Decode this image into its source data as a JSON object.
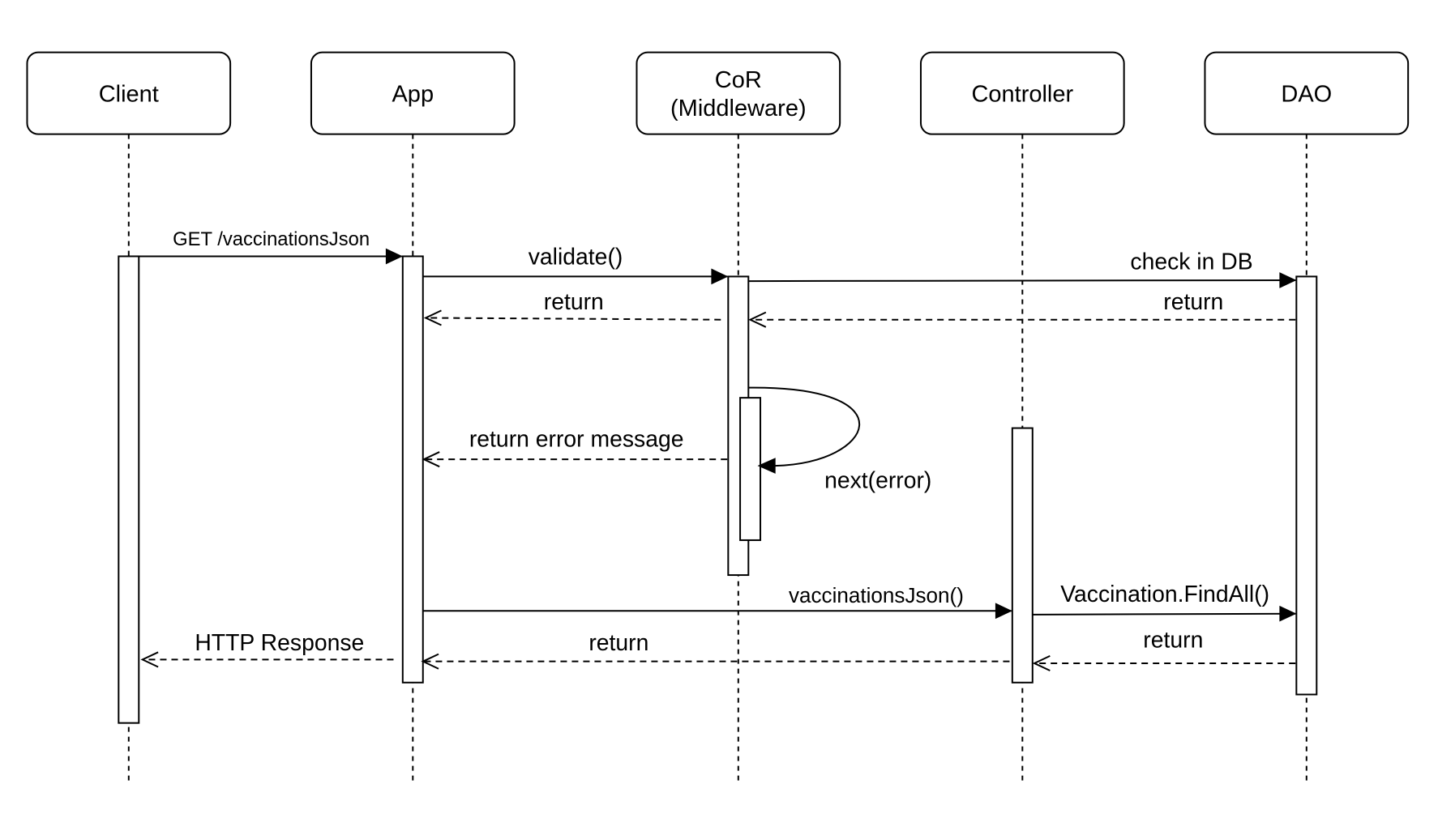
{
  "participants": [
    {
      "id": "client",
      "lines": [
        "Client"
      ]
    },
    {
      "id": "app",
      "lines": [
        "App"
      ]
    },
    {
      "id": "cor",
      "lines": [
        "CoR",
        "(Middleware)"
      ]
    },
    {
      "id": "controller",
      "lines": [
        "Controller"
      ]
    },
    {
      "id": "dao",
      "lines": [
        "DAO"
      ]
    }
  ],
  "messages": [
    {
      "id": "get-vaccinations-json",
      "from": "client",
      "to": "app",
      "kind": "call",
      "label": "GET /vaccinationsJson"
    },
    {
      "id": "validate",
      "from": "app",
      "to": "cor",
      "kind": "call",
      "label": "validate()"
    },
    {
      "id": "check-in-db",
      "from": "cor",
      "to": "dao",
      "kind": "call",
      "label": "check in DB"
    },
    {
      "id": "return-from-cor",
      "from": "cor",
      "to": "app",
      "kind": "return",
      "label": "return"
    },
    {
      "id": "return-from-dao",
      "from": "dao",
      "to": "cor",
      "kind": "return",
      "label": "return"
    },
    {
      "id": "next-error",
      "from": "cor",
      "to": "cor",
      "kind": "self",
      "label": "next(error)"
    },
    {
      "id": "return-error-message",
      "from": "cor",
      "to": "app",
      "kind": "return",
      "label": "return error message"
    },
    {
      "id": "vaccinations-json",
      "from": "app",
      "to": "controller",
      "kind": "call",
      "label": "vaccinationsJson()"
    },
    {
      "id": "vaccination-find-all",
      "from": "controller",
      "to": "dao",
      "kind": "call",
      "label": "Vaccination.FindAll()"
    },
    {
      "id": "http-response",
      "from": "app",
      "to": "client",
      "kind": "return",
      "label": "HTTP Response"
    },
    {
      "id": "return-from-controller",
      "from": "controller",
      "to": "app",
      "kind": "return",
      "label": "return"
    },
    {
      "id": "return-from-dao-2",
      "from": "dao",
      "to": "controller",
      "kind": "return",
      "label": "return"
    }
  ]
}
